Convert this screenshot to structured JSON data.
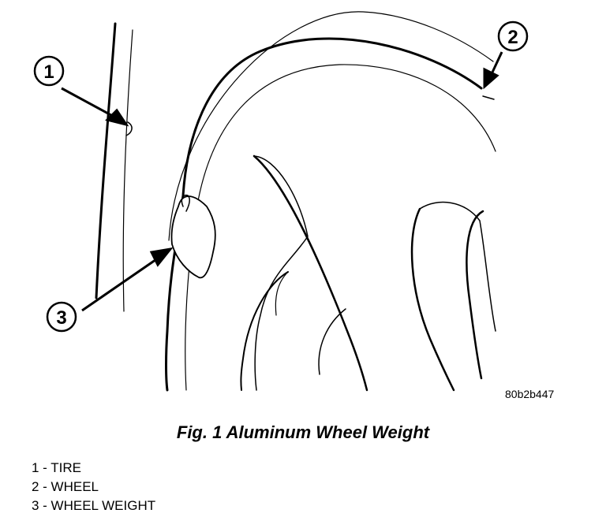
{
  "callouts": [
    {
      "number": "1",
      "part": "tire"
    },
    {
      "number": "2",
      "part": "wheel"
    },
    {
      "number": "3",
      "part": "wheel-weight"
    }
  ],
  "figure_code": "80b2b447",
  "caption": "Fig. 1 Aluminum Wheel Weight",
  "legend": [
    "1 - TIRE",
    "2 - WHEEL",
    "3 - WHEEL WEIGHT"
  ]
}
